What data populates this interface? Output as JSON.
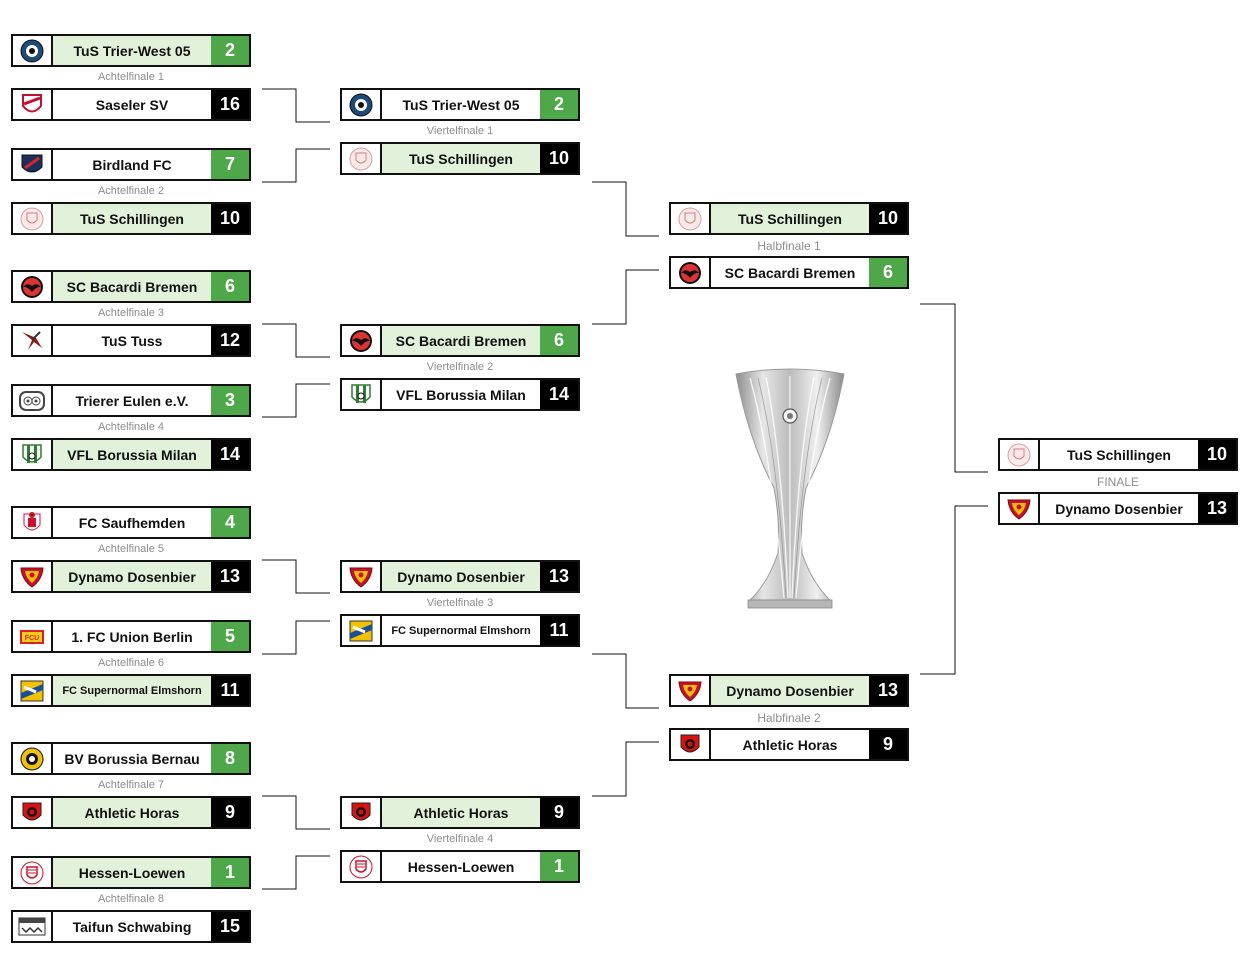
{
  "bracket": {
    "colors": {
      "win_score": "#4ea84a",
      "lose_score": "#000000",
      "win_row": "#e2f1da"
    },
    "r16": [
      {
        "label": "Achtelfinale 1",
        "top": {
          "name": "TuS Trier-West 05",
          "score": "2",
          "logo": "trier-west-crest-icon",
          "win": true,
          "color": "green"
        },
        "bottom": {
          "name": "Saseler SV",
          "score": "16",
          "logo": "saseler-crest-icon",
          "win": false,
          "color": "black"
        }
      },
      {
        "label": "Achtelfinale 2",
        "top": {
          "name": "Birdland FC",
          "score": "7",
          "logo": "birdland-crest-icon",
          "win": false,
          "color": "green"
        },
        "bottom": {
          "name": "TuS Schillingen",
          "score": "10",
          "logo": "schillingen-crest-icon",
          "win": true,
          "color": "black"
        }
      },
      {
        "label": "Achtelfinale 3",
        "top": {
          "name": "SC Bacardi Bremen",
          "score": "6",
          "logo": "bacardi-bat-icon",
          "win": true,
          "color": "green"
        },
        "bottom": {
          "name": "TuS Tuss",
          "score": "12",
          "logo": "tuss-eagle-icon",
          "win": false,
          "color": "black"
        }
      },
      {
        "label": "Achtelfinale 4",
        "top": {
          "name": "Trierer Eulen e.V.",
          "score": "3",
          "logo": "eulen-owl-icon",
          "win": false,
          "color": "green"
        },
        "bottom": {
          "name": "VFL Borussia Milan",
          "score": "14",
          "logo": "borussia-milan-crest-icon",
          "win": true,
          "color": "black"
        }
      },
      {
        "label": "Achtelfinale 5",
        "top": {
          "name": "FC Saufhemden",
          "score": "4",
          "logo": "saufhemden-crest-icon",
          "win": false,
          "color": "green"
        },
        "bottom": {
          "name": "Dynamo Dosenbier",
          "score": "13",
          "logo": "dynamo-crest-icon",
          "win": true,
          "color": "black"
        }
      },
      {
        "label": "Achtelfinale 6",
        "top": {
          "name": "1. FC Union Berlin",
          "score": "5",
          "logo": "union-berlin-crest-icon",
          "win": false,
          "color": "green"
        },
        "bottom": {
          "name": "FC Supernormal Elmshorn",
          "score": "11",
          "logo": "supernormal-crest-icon",
          "win": true,
          "color": "black"
        }
      },
      {
        "label": "Achtelfinale 7",
        "top": {
          "name": "BV Borussia Bernau",
          "score": "8",
          "logo": "bernau-crest-icon",
          "win": false,
          "color": "green"
        },
        "bottom": {
          "name": "Athletic Horas",
          "score": "9",
          "logo": "horas-crest-icon",
          "win": true,
          "color": "black"
        }
      },
      {
        "label": "Achtelfinale 8",
        "top": {
          "name": "Hessen-Loewen",
          "score": "1",
          "logo": "hessen-lion-icon",
          "win": true,
          "color": "green"
        },
        "bottom": {
          "name": "Taifun Schwabing",
          "score": "15",
          "logo": "schwabing-crest-icon",
          "win": false,
          "color": "black"
        }
      }
    ],
    "qf": [
      {
        "label": "Viertelfinale 1",
        "top": {
          "name": "TuS Trier-West 05",
          "score": "2",
          "logo": "trier-west-crest-icon",
          "win": false,
          "color": "green"
        },
        "bottom": {
          "name": "TuS Schillingen",
          "score": "10",
          "logo": "schillingen-crest-icon",
          "win": true,
          "color": "black"
        }
      },
      {
        "label": "Viertelfinale 2",
        "top": {
          "name": "SC Bacardi Bremen",
          "score": "6",
          "logo": "bacardi-bat-icon",
          "win": true,
          "color": "green"
        },
        "bottom": {
          "name": "VFL Borussia Milan",
          "score": "14",
          "logo": "borussia-milan-crest-icon",
          "win": false,
          "color": "black"
        }
      },
      {
        "label": "Viertelfinale 3",
        "top": {
          "name": "Dynamo Dosenbier",
          "score": "13",
          "logo": "dynamo-crest-icon",
          "win": true,
          "color": "black"
        },
        "bottom": {
          "name": "FC Supernormal Elmshorn",
          "score": "11",
          "logo": "supernormal-crest-icon",
          "win": false,
          "color": "black"
        }
      },
      {
        "label": "Viertelfinale 4",
        "top": {
          "name": "Athletic Horas",
          "score": "9",
          "logo": "horas-crest-icon",
          "win": true,
          "color": "black"
        },
        "bottom": {
          "name": "Hessen-Loewen",
          "score": "1",
          "logo": "hessen-lion-icon",
          "win": false,
          "color": "green"
        }
      }
    ],
    "sf": [
      {
        "label": "Halbfinale 1",
        "top": {
          "name": "TuS Schillingen",
          "score": "10",
          "logo": "schillingen-crest-icon",
          "win": true,
          "color": "black"
        },
        "bottom": {
          "name": "SC Bacardi Bremen",
          "score": "6",
          "logo": "bacardi-bat-icon",
          "win": false,
          "color": "green"
        }
      },
      {
        "label": "Halbfinale 2",
        "top": {
          "name": "Dynamo Dosenbier",
          "score": "13",
          "logo": "dynamo-crest-icon",
          "win": true,
          "color": "black"
        },
        "bottom": {
          "name": "Athletic Horas",
          "score": "9",
          "logo": "horas-crest-icon",
          "win": false,
          "color": "black"
        }
      }
    ],
    "final": [
      {
        "label": "FINALE",
        "top": {
          "name": "TuS Schillingen",
          "score": "10",
          "logo": "schillingen-crest-icon",
          "win": false,
          "color": "black"
        },
        "bottom": {
          "name": "Dynamo Dosenbier",
          "score": "13",
          "logo": "dynamo-crest-icon",
          "win": false,
          "color": "black"
        }
      }
    ],
    "trophy_icon": "conference-league-trophy-icon"
  }
}
